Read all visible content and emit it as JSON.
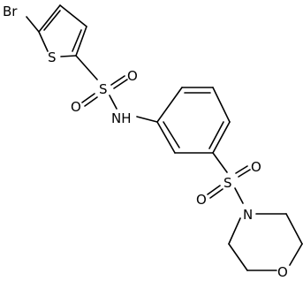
{
  "atoms": {
    "br": "Br",
    "s_thiophene": "S",
    "s_sulfonamide": "S",
    "o1": "O",
    "o2": "O",
    "nh": "NH",
    "s_sulfonyl": "S",
    "o3": "O",
    "o4": "O",
    "n_morpholine": "N",
    "o_morpholine": "O"
  }
}
